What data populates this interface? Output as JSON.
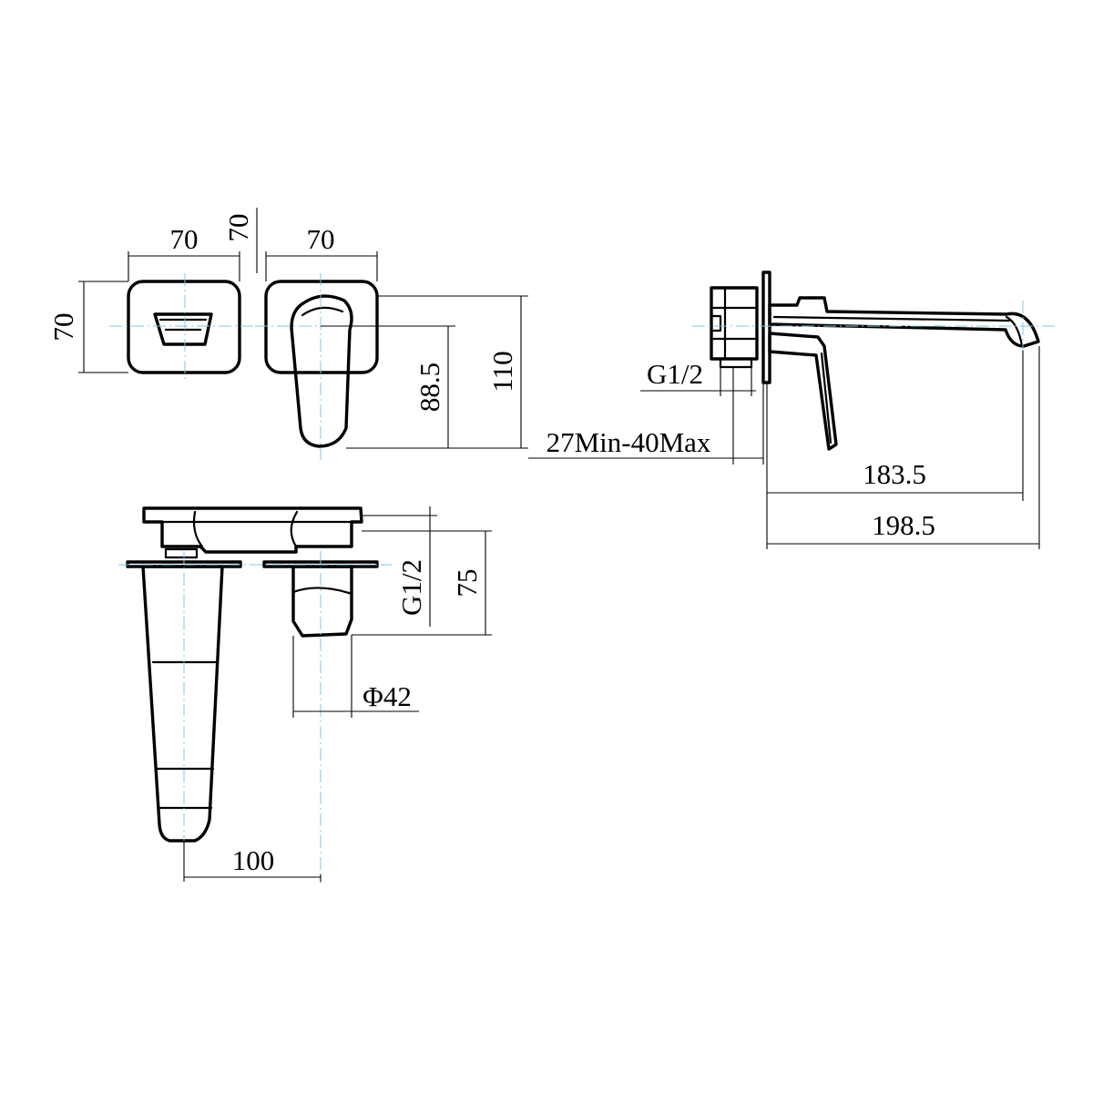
{
  "dimensions": {
    "front_cover_width": "70",
    "front_cover_height": "70",
    "front_mixer_width": "70",
    "front_mixer_height": "70",
    "lever_height": "88.5",
    "overall_height": "110",
    "side_thread": "G1/2",
    "wall_depth": "27Min-40Max",
    "spout_reach": "183.5",
    "overall_reach": "198.5",
    "top_thread": "G1/2",
    "top_body_depth": "75",
    "cartridge_diameter": "Φ42",
    "spout_to_mixer": "100"
  },
  "colors": {
    "line": "#000000",
    "centerline": "#7ec8e8",
    "background": "#ffffff"
  }
}
